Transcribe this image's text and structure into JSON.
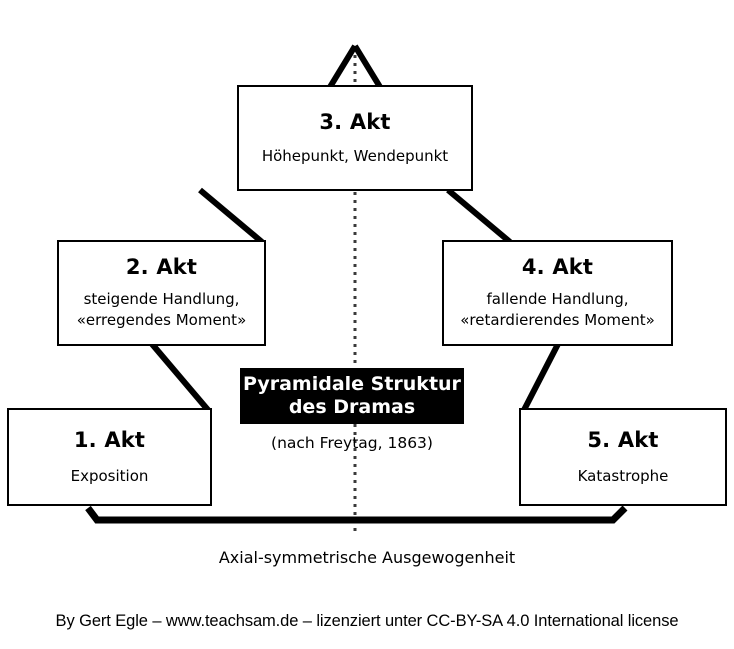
{
  "diagram": {
    "center_title": "Pyramidale Struktur\ndes Dramas",
    "center_subtitle": "(nach Freytag, 1863)",
    "baseline_label": "Axial-symmetrische Ausgewogenheit",
    "credit": "By Gert Egle – www.teachsam.de – lizenziert unter CC-BY-SA 4.0 International license",
    "colors": {
      "stroke": "#000000",
      "background": "#ffffff",
      "title_block_background": "#000000",
      "title_block_text": "#ffffff"
    },
    "acts": [
      {
        "id": "act1",
        "title": "1. Akt",
        "description": "Exposition"
      },
      {
        "id": "act2",
        "title": "2. Akt",
        "description": "steigende Handlung,\n«erregendes Moment»"
      },
      {
        "id": "act3",
        "title": "3. Akt",
        "description": "Höhepunkt, Wendepunkt"
      },
      {
        "id": "act4",
        "title": "4. Akt",
        "description": "fallende Handlung,\n«retardierendes Moment»"
      },
      {
        "id": "act5",
        "title": "5. Akt",
        "description": "Katastrophe"
      }
    ]
  }
}
